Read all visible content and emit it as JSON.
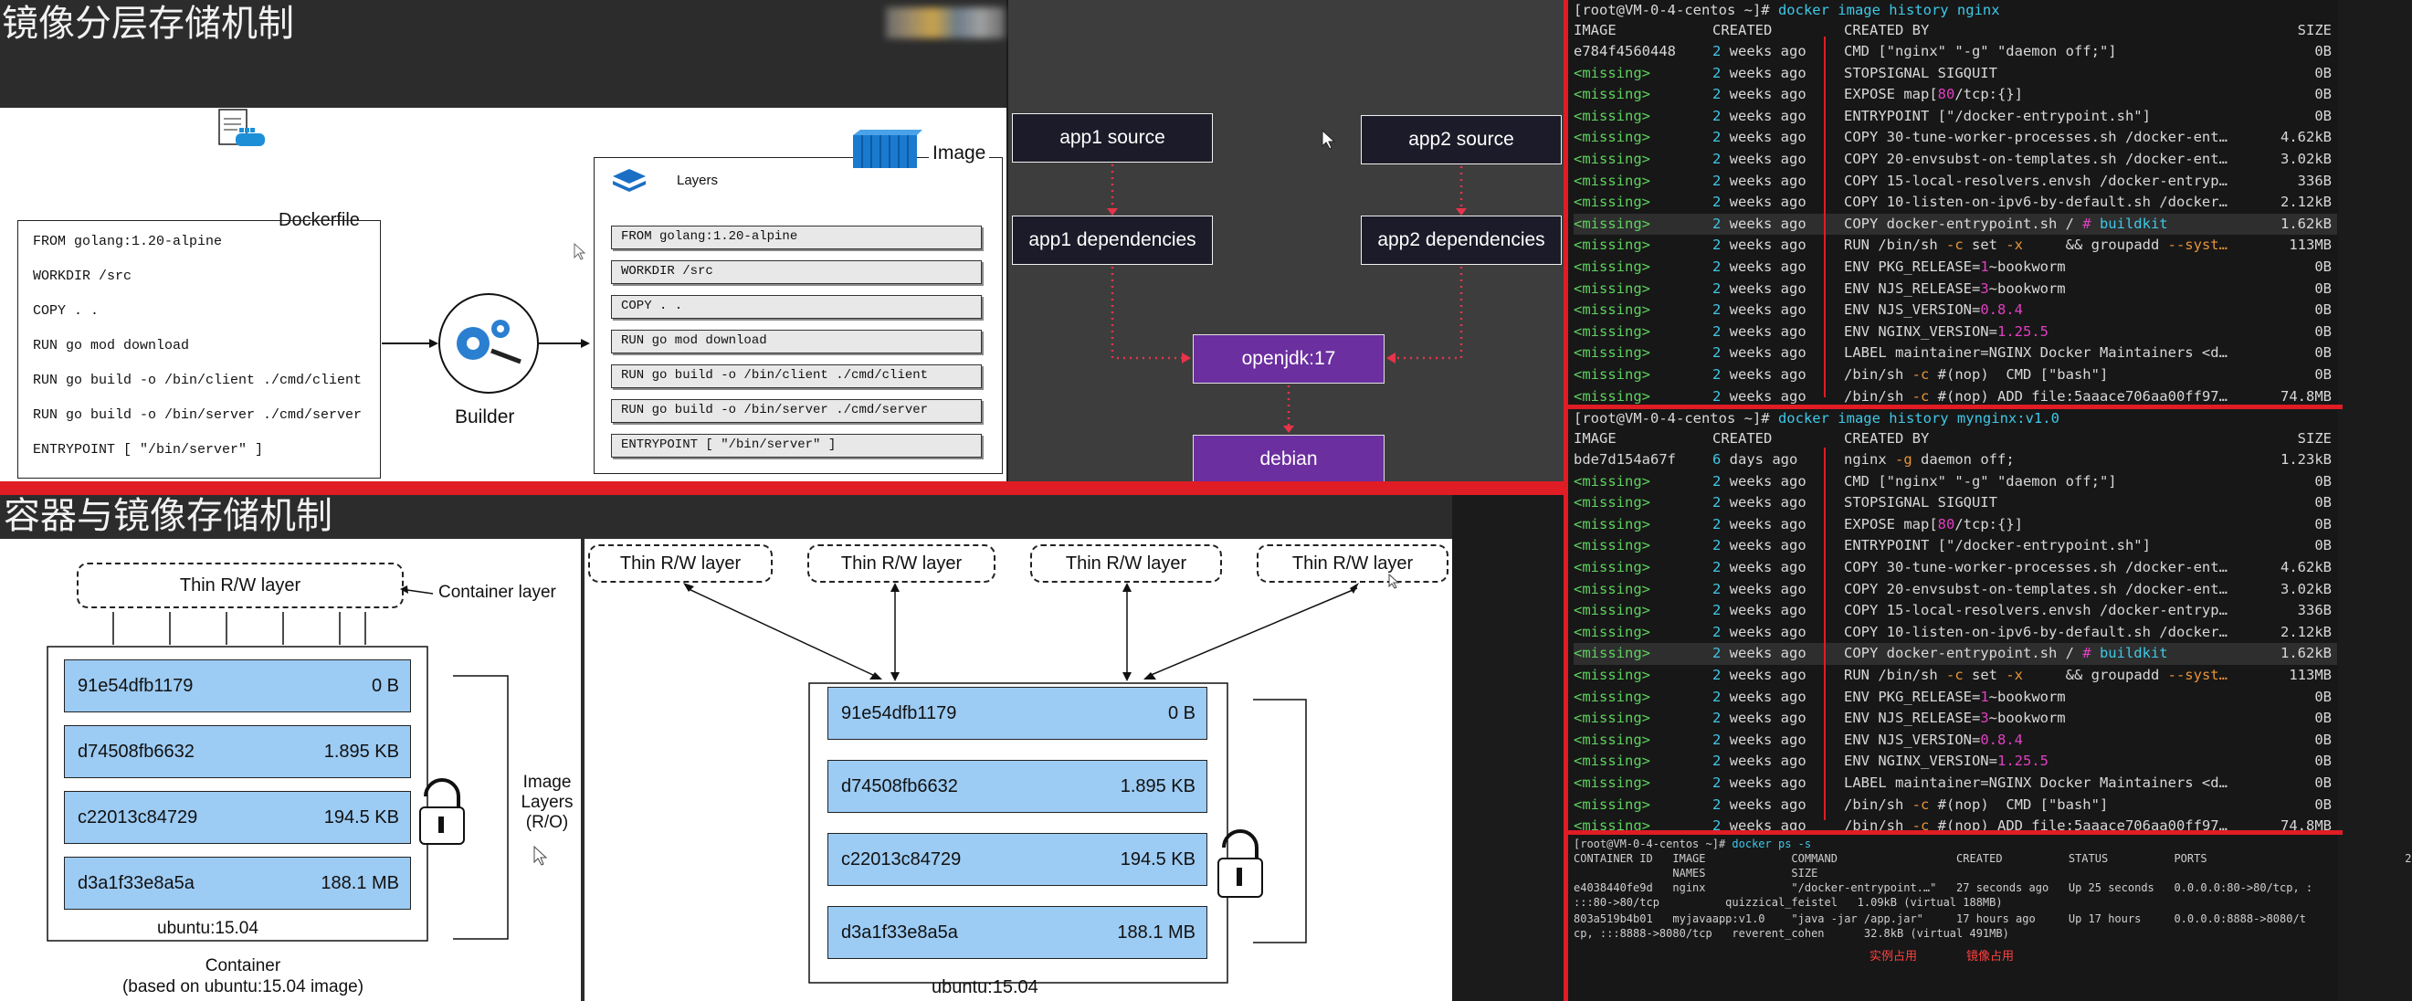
{
  "slide1": {
    "title": "镜像分层存储机制",
    "dockerfile_label": "Dockerfile",
    "builder_label": "Builder",
    "image_label": "Image",
    "layers_label": "Layers",
    "dockerfile_lines": [
      "FROM golang:1.20-alpine",
      "WORKDIR /src",
      "COPY . .",
      "RUN go mod download",
      "RUN go build -o /bin/client ./cmd/client",
      "RUN go build -o /bin/server ./cmd/server",
      "ENTRYPOINT [ \"/bin/server\" ]"
    ],
    "layers": [
      "FROM golang:1.20-alpine",
      "WORKDIR /src",
      "COPY . .",
      "RUN go mod download",
      "RUN go build -o /bin/client ./cmd/client",
      "RUN go build -o /bin/server ./cmd/server",
      "ENTRYPOINT [ \"/bin/server\" ]"
    ]
  },
  "slide2": {
    "app1_source": "app1 source",
    "app2_source": "app2 source",
    "app1_deps": "app1 dependencies",
    "app2_deps": "app2 dependencies",
    "openjdk": "openjdk:17",
    "debian": "debian",
    "colors": {
      "box": "#1c1b29",
      "purple": "#6b2fa0",
      "arrow": "#e8334a"
    }
  },
  "slide3": {
    "title": "容器与镜像存储机制",
    "thin_rw": "Thin R/W layer",
    "container_layer": "Container layer",
    "image_layers": [
      "Image",
      "Layers",
      "(R/O)"
    ],
    "ubuntu": "ubuntu:15.04",
    "container_caption": [
      "Container",
      "(based on ubuntu:15.04 image)"
    ],
    "blocks": [
      {
        "id": "91e54dfb1179",
        "size": "0 B"
      },
      {
        "id": "d74508fb6632",
        "size": "1.895 KB"
      },
      {
        "id": "c22013c84729",
        "size": "194.5 KB"
      },
      {
        "id": "d3a1f33e8a5a",
        "size": "188.1 MB"
      }
    ]
  },
  "terminal": {
    "prompt1": "[root@VM-0-4-centos ~]# ",
    "cmd1": "docker image history nginx",
    "header": {
      "image": "IMAGE",
      "created": "CREATED",
      "created_by": "CREATED BY",
      "size": "SIZE"
    },
    "rows1": [
      {
        "image": "e784f4560448",
        "created": "2 weeks ago",
        "by": "CMD [\"nginx\" \"-g\" \"daemon off;\"]",
        "size": "0B"
      },
      {
        "image": "<missing>",
        "created": "2 weeks ago",
        "by": "STOPSIGNAL SIGQUIT",
        "size": "0B"
      },
      {
        "image": "<missing>",
        "created": "2 weeks ago",
        "by": "EXPOSE map[80/tcp:{}]",
        "size": "0B"
      },
      {
        "image": "<missing>",
        "created": "2 weeks ago",
        "by": "ENTRYPOINT [\"/docker-entrypoint.sh\"]",
        "size": "0B"
      },
      {
        "image": "<missing>",
        "created": "2 weeks ago",
        "by": "COPY 30-tune-worker-processes.sh /docker-ent…",
        "size": "4.62kB"
      },
      {
        "image": "<missing>",
        "created": "2 weeks ago",
        "by": "COPY 20-envsubst-on-templates.sh /docker-ent…",
        "size": "3.02kB"
      },
      {
        "image": "<missing>",
        "created": "2 weeks ago",
        "by": "COPY 15-local-resolvers.envsh /docker-entryp…",
        "size": "336B"
      },
      {
        "image": "<missing>",
        "created": "2 weeks ago",
        "by": "COPY 10-listen-on-ipv6-by-default.sh /docker…",
        "size": "2.12kB"
      },
      {
        "image": "<missing>",
        "created": "2 weeks ago",
        "by": "COPY docker-entrypoint.sh / # buildkit",
        "size": "1.62kB"
      },
      {
        "image": "<missing>",
        "created": "2 weeks ago",
        "by": "RUN /bin/sh -c set -x     && groupadd --syst…",
        "size": "113MB"
      },
      {
        "image": "<missing>",
        "created": "2 weeks ago",
        "by": "ENV PKG_RELEASE=1~bookworm",
        "size": "0B"
      },
      {
        "image": "<missing>",
        "created": "2 weeks ago",
        "by": "ENV NJS_RELEASE=3~bookworm",
        "size": "0B"
      },
      {
        "image": "<missing>",
        "created": "2 weeks ago",
        "by": "ENV NJS_VERSION=0.8.4",
        "size": "0B"
      },
      {
        "image": "<missing>",
        "created": "2 weeks ago",
        "by": "ENV NGINX_VERSION=1.25.5",
        "size": "0B"
      },
      {
        "image": "<missing>",
        "created": "2 weeks ago",
        "by": "LABEL maintainer=NGINX Docker Maintainers <d…",
        "size": "0B"
      },
      {
        "image": "<missing>",
        "created": "2 weeks ago",
        "by": "/bin/sh -c #(nop)  CMD [\"bash\"]",
        "size": "0B"
      },
      {
        "image": "<missing>",
        "created": "2 weeks ago",
        "by": "/bin/sh -c #(nop) ADD file:5aaace706aa00ff97…",
        "size": "74.8MB"
      }
    ],
    "prompt2": "[root@VM-0-4-centos ~]# ",
    "cmd2": "docker image history mynginx:v1.0",
    "rows2": [
      {
        "image": "bde7d154a67f",
        "created": "6 days ago",
        "by": "nginx -g daemon off;",
        "size": "1.23kB"
      },
      {
        "image": "<missing>",
        "created": "2 weeks ago",
        "by": "CMD [\"nginx\" \"-g\" \"daemon off;\"]",
        "size": "0B"
      },
      {
        "image": "<missing>",
        "created": "2 weeks ago",
        "by": "STOPSIGNAL SIGQUIT",
        "size": "0B"
      },
      {
        "image": "<missing>",
        "created": "2 weeks ago",
        "by": "EXPOSE map[80/tcp:{}]",
        "size": "0B"
      },
      {
        "image": "<missing>",
        "created": "2 weeks ago",
        "by": "ENTRYPOINT [\"/docker-entrypoint.sh\"]",
        "size": "0B"
      },
      {
        "image": "<missing>",
        "created": "2 weeks ago",
        "by": "COPY 30-tune-worker-processes.sh /docker-ent…",
        "size": "4.62kB"
      },
      {
        "image": "<missing>",
        "created": "2 weeks ago",
        "by": "COPY 20-envsubst-on-templates.sh /docker-ent…",
        "size": "3.02kB"
      },
      {
        "image": "<missing>",
        "created": "2 weeks ago",
        "by": "COPY 15-local-resolvers.envsh /docker-entryp…",
        "size": "336B"
      },
      {
        "image": "<missing>",
        "created": "2 weeks ago",
        "by": "COPY 10-listen-on-ipv6-by-default.sh /docker…",
        "size": "2.12kB"
      },
      {
        "image": "<missing>",
        "created": "2 weeks ago",
        "by": "COPY docker-entrypoint.sh / # buildkit",
        "size": "1.62kB"
      },
      {
        "image": "<missing>",
        "created": "2 weeks ago",
        "by": "RUN /bin/sh -c set -x     && groupadd --syst…",
        "size": "113MB"
      },
      {
        "image": "<missing>",
        "created": "2 weeks ago",
        "by": "ENV PKG_RELEASE=1~bookworm",
        "size": "0B"
      },
      {
        "image": "<missing>",
        "created": "2 weeks ago",
        "by": "ENV NJS_RELEASE=3~bookworm",
        "size": "0B"
      },
      {
        "image": "<missing>",
        "created": "2 weeks ago",
        "by": "ENV NJS_VERSION=0.8.4",
        "size": "0B"
      },
      {
        "image": "<missing>",
        "created": "2 weeks ago",
        "by": "ENV NGINX_VERSION=1.25.5",
        "size": "0B"
      },
      {
        "image": "<missing>",
        "created": "2 weeks ago",
        "by": "LABEL maintainer=NGINX Docker Maintainers <d…",
        "size": "0B"
      },
      {
        "image": "<missing>",
        "created": "2 weeks ago",
        "by": "/bin/sh -c #(nop)  CMD [\"bash\"]",
        "size": "0B"
      },
      {
        "image": "<missing>",
        "created": "2 weeks ago",
        "by": "/bin/sh -c #(nop) ADD file:5aaace706aa00ff97…",
        "size": "74.8MB"
      }
    ],
    "prompt3": "[root@VM-0-4-centos ~]# ",
    "cmd3": "docker ps -s",
    "ps_header1": "CONTAINER ID   IMAGE             COMMAND                  CREATED          STATUS          PORTS                              2",
    "ps_header2": "               NAMES             SIZE",
    "ps_lines": [
      "e4038440fe9d   nginx             \"/docker-entrypoint.…\"   27 seconds ago   Up 25 seconds   0.0.0.0:80->80/tcp, :",
      ":::80->80/tcp          quizzical_feistel   1.09kB (virtual 188MB)",
      "803a519b4b01   myjavaapp:v1.0    \"java -jar /app.jar\"     17 hours ago     Up 17 hours     0.0.0.0:8888->8080/t",
      "cp, :::8888->8080/tcp   reverent_cohen      32.8kB (virtual 491MB)"
    ],
    "annot1": "实例占用",
    "annot2": "镜像占用"
  }
}
